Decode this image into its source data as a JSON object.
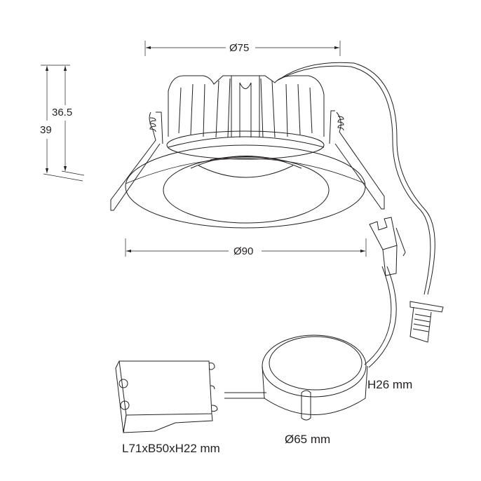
{
  "dimensions": {
    "top_diameter": "Ø75",
    "trim_diameter": "Ø90",
    "body_height": "36.5",
    "total_height": "39",
    "driver_height": "H26 mm",
    "driver_diameter": "Ø65 mm",
    "terminal_box_size": "L71xB50xH22 mm"
  },
  "colors": {
    "line": "#231f20",
    "background": "#ffffff"
  }
}
